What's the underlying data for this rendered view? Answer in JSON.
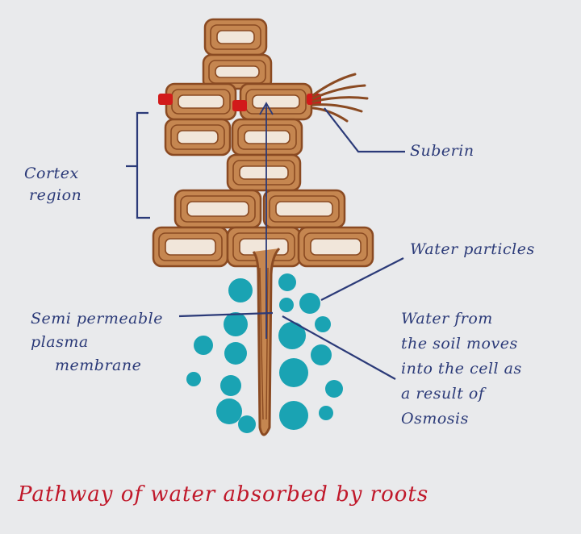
{
  "labels": {
    "cortex_region_line1": "Cortex",
    "cortex_region_line2": "region",
    "suberin": "Suberin",
    "water_particles": "Water particles",
    "membrane_line1": "Semi permeable",
    "membrane_line2": "plasma",
    "membrane_line3": "membrane",
    "osmosis_line1": "Water from",
    "osmosis_line2": "the soil moves",
    "osmosis_line3": "into the cell as",
    "osmosis_line4": "a result of",
    "osmosis_line5": "Osmosis",
    "title": "Pathway of water absorbed by roots"
  },
  "colors": {
    "paper": "#e9eaec",
    "cell_outline": "#8a4a22",
    "cell_fill": "#c58650",
    "cell_inner": "#f1e6da",
    "suberin": "#d21a1a",
    "water": "#1aa3b3",
    "pen": "#2b3a78",
    "title": "#c0182a"
  }
}
